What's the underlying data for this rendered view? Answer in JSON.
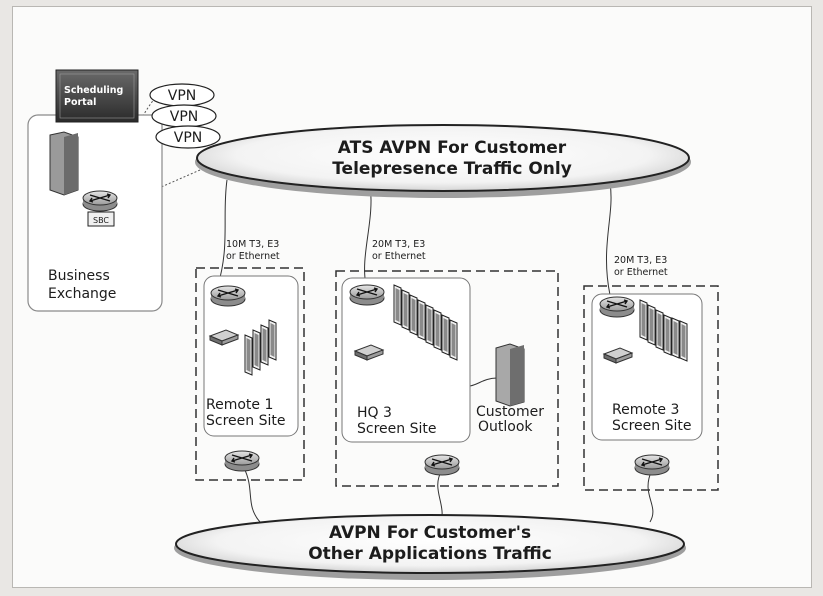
{
  "portal": {
    "line1": "Scheduling",
    "line2": "Portal"
  },
  "vpn_tags": [
    "VPN",
    "VPN",
    "VPN"
  ],
  "sbc_label": "SBC",
  "business_exchange": {
    "line1": "Business",
    "line2": "Exchange"
  },
  "top_network": {
    "line1": "ATS AVPN For Customer",
    "line2": "Telepresence Traffic Only"
  },
  "bottom_network": {
    "line1": "AVPN For Customer's",
    "line2": "Other Applications Traffic"
  },
  "links": [
    {
      "line1": "10M T3, E3",
      "line2": "or Ethernet"
    },
    {
      "line1": "20M T3, E3",
      "line2": "or Ethernet"
    },
    {
      "line1": "20M T3, E3",
      "line2": "or Ethernet"
    }
  ],
  "sites": [
    {
      "line1": "Remote 1",
      "line2": "Screen Site"
    },
    {
      "line1": "HQ 3",
      "line2": "Screen Site"
    },
    {
      "line1": "Remote 3",
      "line2": "Screen Site"
    }
  ],
  "customer_outlook": {
    "line1": "Customer",
    "line2": "Outlook"
  }
}
